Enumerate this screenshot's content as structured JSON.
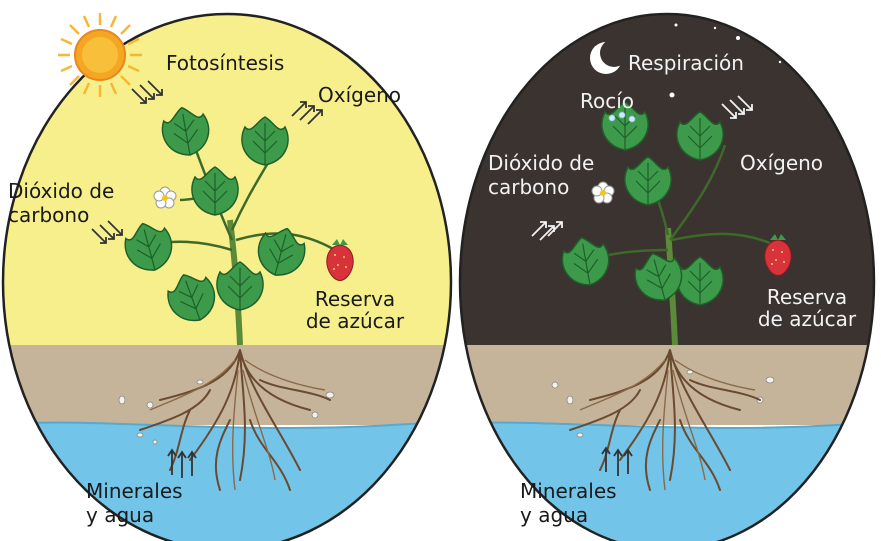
{
  "day_panel": {
    "title": "Fotosíntesis",
    "oxygen": "Oxígeno",
    "co2_line1": "Dióxido de",
    "co2_line2": "carbono",
    "sugar_line1": "Reserva",
    "sugar_line2": "de azúcar",
    "minerals_line1": "Minerales",
    "minerals_line2": "y agua"
  },
  "night_panel": {
    "title": "Respiración",
    "dew": "Rocío",
    "co2_line1": "Dióxido de",
    "co2_line2": "carbono",
    "oxygen": "Oxígeno",
    "sugar_line1": "Reserva",
    "sugar_line2": "de azúcar",
    "minerals_line1": "Minerales",
    "minerals_line2": "y agua"
  },
  "colors": {
    "day_sky": "#f7ef8c",
    "night_sky": "#3b332f",
    "soil": "#c6b49a",
    "water": "#72c4e8",
    "leaf": "#3d9a4a",
    "leaf_vein": "#1f5f2a",
    "stem": "#5a8a3a",
    "root": "#6a4a30",
    "strawberry": "#d8323a",
    "sun": "#f5a623"
  },
  "icons": [
    "sun-icon",
    "moon-icon",
    "star-icon",
    "arrow-icon",
    "leaf-icon",
    "flower-icon",
    "strawberry-icon",
    "root-icon",
    "dew-drop-icon"
  ]
}
